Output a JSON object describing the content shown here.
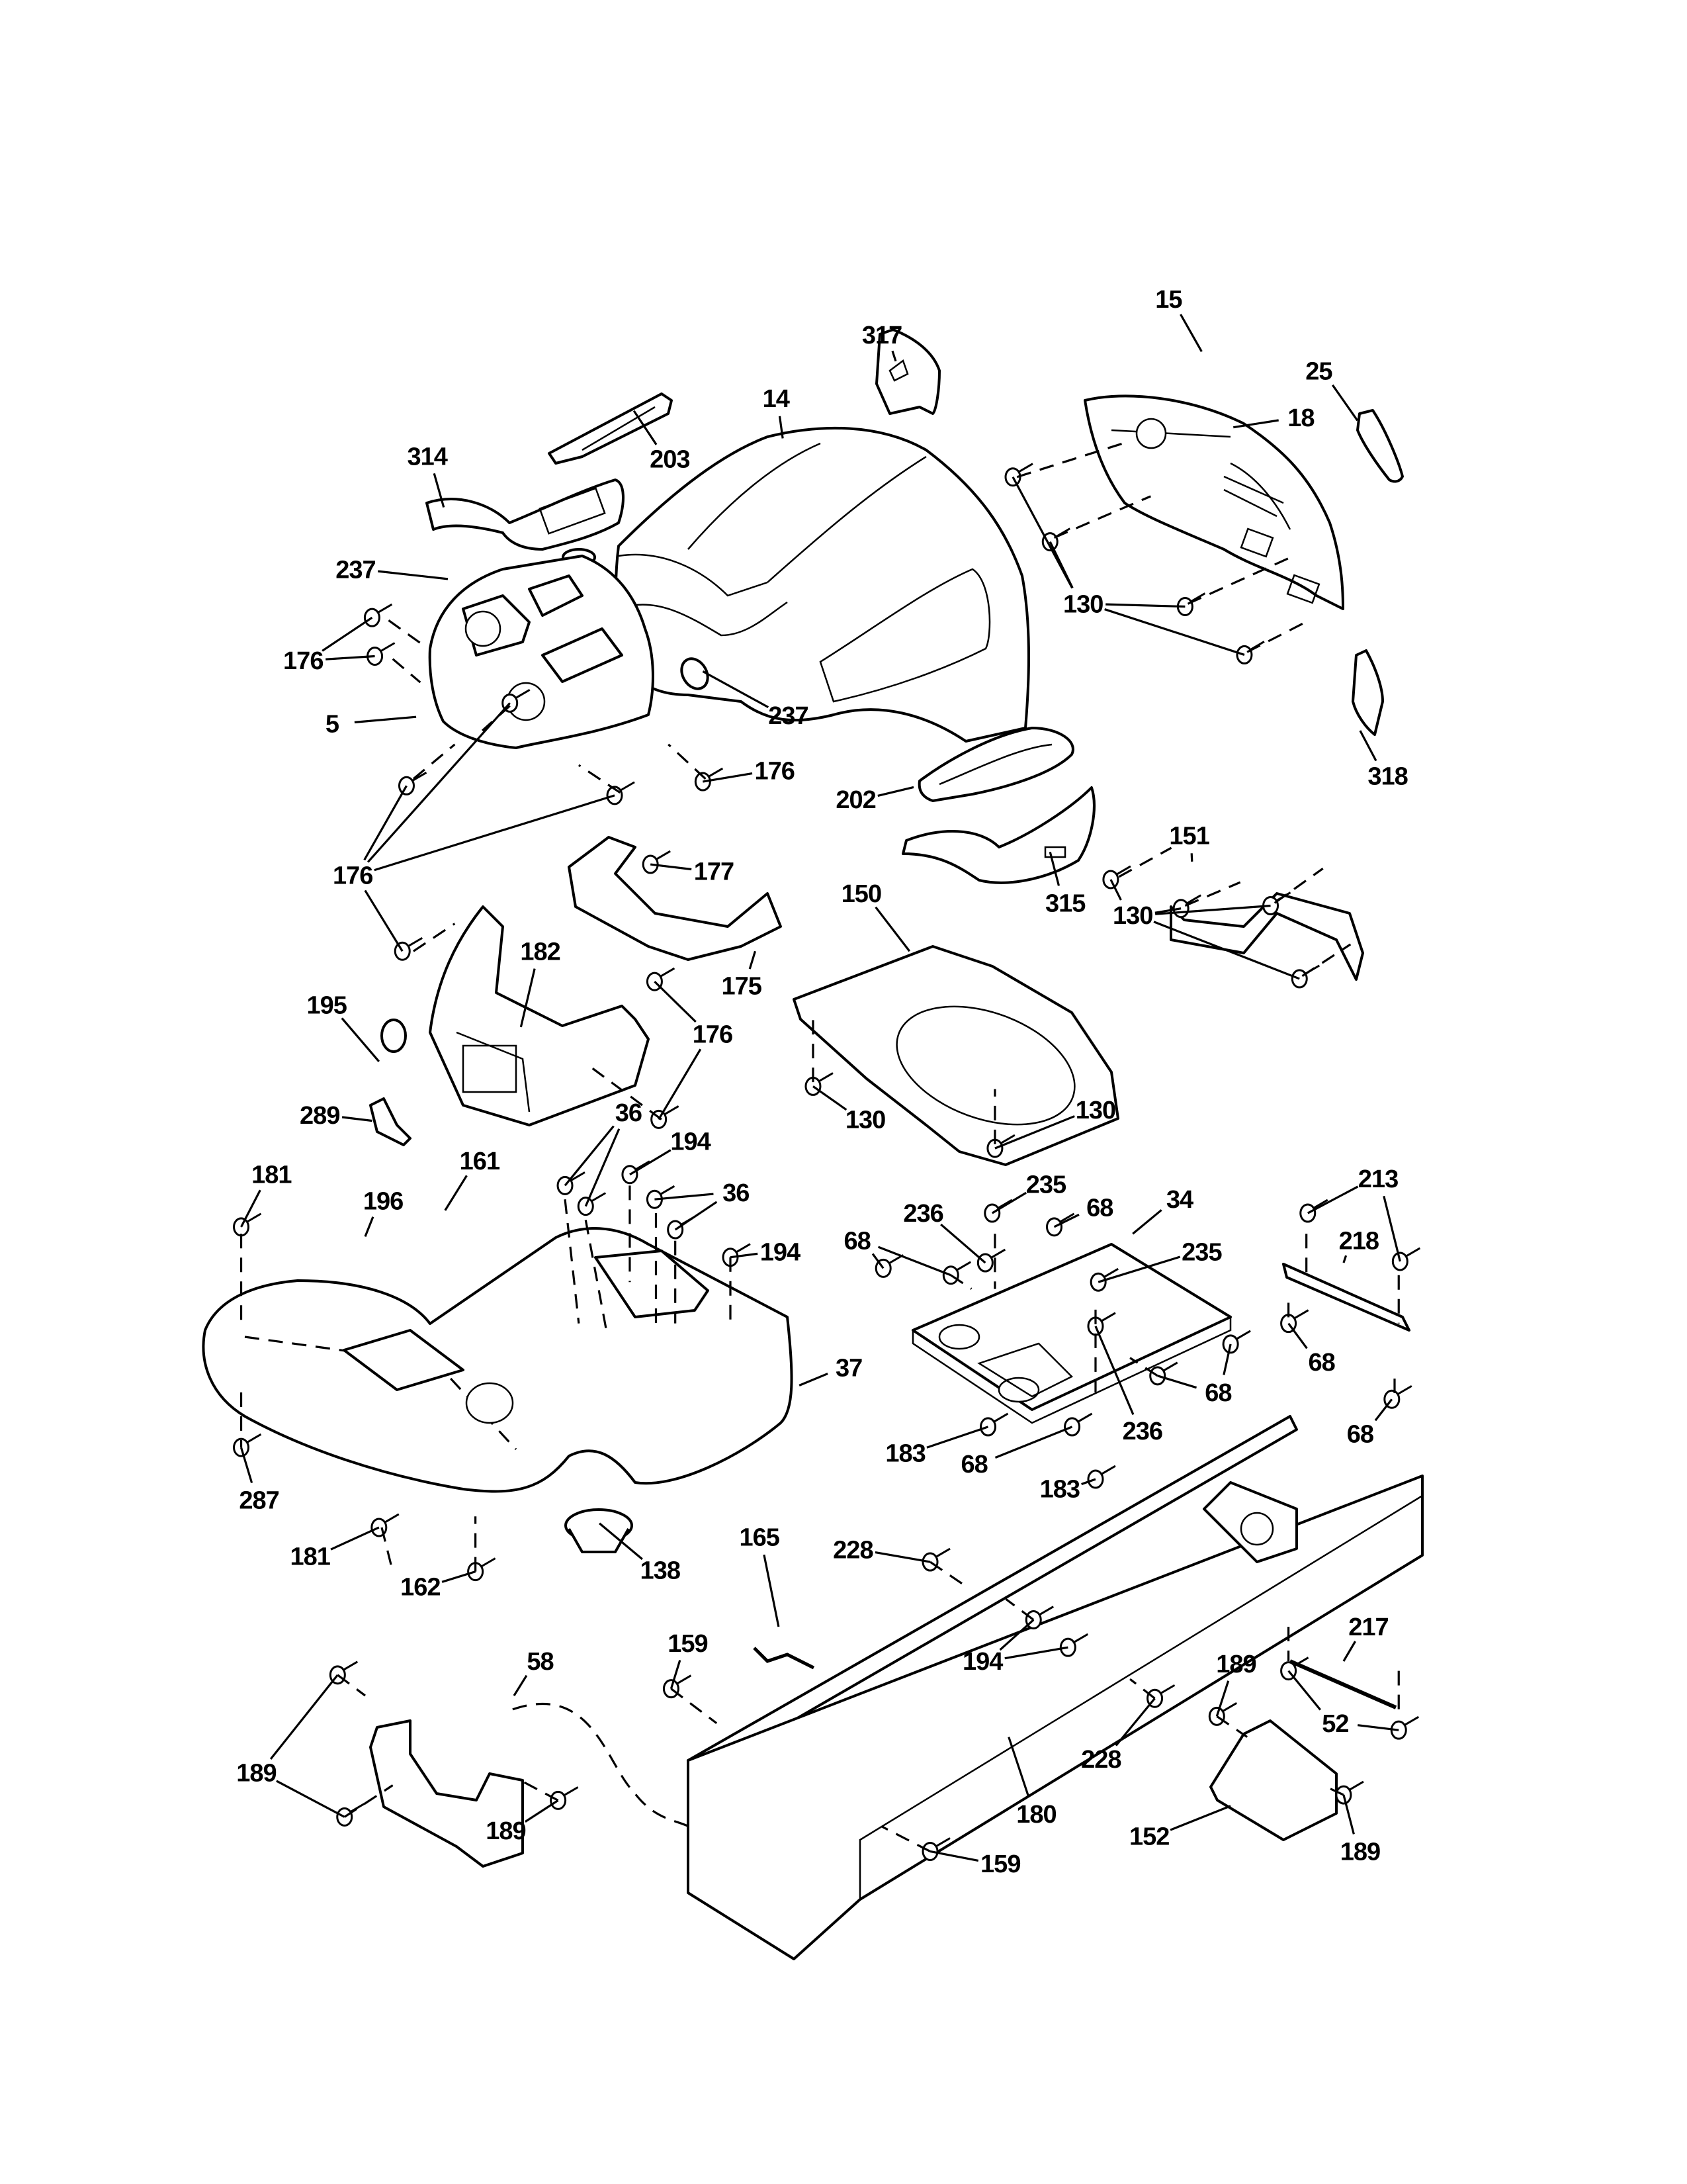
{
  "diagram": {
    "title": "Exploded parts diagram - hood, dash, fender and chassis",
    "callouts": [
      {
        "id": "c1",
        "label": "15",
        "part": "hood-insert-top"
      },
      {
        "id": "c2",
        "label": "317",
        "part": "bracket-small"
      },
      {
        "id": "c3",
        "label": "25",
        "part": "grille-side-lens"
      },
      {
        "id": "c4",
        "label": "14",
        "part": "hood"
      },
      {
        "id": "c5",
        "label": "18",
        "part": "grille"
      },
      {
        "id": "c6",
        "label": "314",
        "part": "hood-side-panel"
      },
      {
        "id": "c7",
        "label": "203",
        "part": "hood-side-trim"
      },
      {
        "id": "c8",
        "label": "237",
        "part": "plug-left"
      },
      {
        "id": "c9",
        "label": "130",
        "part": "screws-grille"
      },
      {
        "id": "c10",
        "label": "176",
        "part": "fasteners-dash-top"
      },
      {
        "id": "c11",
        "label": "5",
        "part": "dash-panel"
      },
      {
        "id": "c12",
        "label": "237",
        "part": "plug-right"
      },
      {
        "id": "c13",
        "label": "318",
        "part": "grille-side-trim"
      },
      {
        "id": "c14",
        "label": "176",
        "part": "fastener-dash-right"
      },
      {
        "id": "c15",
        "label": "202",
        "part": "hood-side-insert"
      },
      {
        "id": "c16",
        "label": "151",
        "part": "hood-bracket"
      },
      {
        "id": "c17",
        "label": "315",
        "part": "hood-lower-trim"
      },
      {
        "id": "c18",
        "label": "176",
        "part": "fasteners-dash-lower"
      },
      {
        "id": "c19",
        "label": "177",
        "part": "nut"
      },
      {
        "id": "c20",
        "label": "150",
        "part": "hood-support"
      },
      {
        "id": "c21",
        "label": "130",
        "part": "screws-bracket"
      },
      {
        "id": "c22",
        "label": "182",
        "part": "dash-lower-cover"
      },
      {
        "id": "c23",
        "label": "175",
        "part": "dash-bracket"
      },
      {
        "id": "c24",
        "label": "195",
        "part": "cap"
      },
      {
        "id": "c25",
        "label": "176",
        "part": "fasteners-cover"
      },
      {
        "id": "c26",
        "label": "130",
        "part": "screw-support-left"
      },
      {
        "id": "c27",
        "label": "289",
        "part": "clip"
      },
      {
        "id": "c28",
        "label": "130",
        "part": "screw-support-right"
      },
      {
        "id": "c29",
        "label": "36",
        "part": "bolts-left"
      },
      {
        "id": "c30",
        "label": "194",
        "part": "nut-top"
      },
      {
        "id": "c31",
        "label": "181",
        "part": "bushing-left"
      },
      {
        "id": "c32",
        "label": "161",
        "part": "lever-cover"
      },
      {
        "id": "c33",
        "label": "196",
        "part": "knob-housing"
      },
      {
        "id": "c34",
        "label": "36",
        "part": "bolts-right"
      },
      {
        "id": "c35",
        "label": "194",
        "part": "nut-right"
      },
      {
        "id": "c36",
        "label": "235",
        "part": "spacer-top"
      },
      {
        "id": "c37",
        "label": "236",
        "part": "bushing-upper"
      },
      {
        "id": "c38",
        "label": "68",
        "part": "bolt-plate-top"
      },
      {
        "id": "c39",
        "label": "34",
        "part": "seat-plate"
      },
      {
        "id": "c40",
        "label": "213",
        "part": "bolts-bracket"
      },
      {
        "id": "c41",
        "label": "68",
        "part": "bolts-plate-left"
      },
      {
        "id": "c42",
        "label": "235",
        "part": "spacer-right"
      },
      {
        "id": "c43",
        "label": "218",
        "part": "support-bar"
      },
      {
        "id": "c44",
        "label": "37",
        "part": "fender"
      },
      {
        "id": "c45",
        "label": "68",
        "part": "bolt-bar-left"
      },
      {
        "id": "c46",
        "label": "68",
        "part": "bolts-plate-right"
      },
      {
        "id": "c47",
        "label": "68",
        "part": "bolt-bar-right"
      },
      {
        "id": "c48",
        "label": "183",
        "part": "bolt-plate-left"
      },
      {
        "id": "c49",
        "label": "236",
        "part": "bushing-lower"
      },
      {
        "id": "c50",
        "label": "68",
        "part": "bolt-plate-bottom"
      },
      {
        "id": "c51",
        "label": "287",
        "part": "screw-fender-left"
      },
      {
        "id": "c52",
        "label": "183",
        "part": "bolt-plate-bottom"
      },
      {
        "id": "c53",
        "label": "181",
        "part": "bushing-lower"
      },
      {
        "id": "c54",
        "label": "165",
        "part": "rod"
      },
      {
        "id": "c55",
        "label": "228",
        "part": "pin-upper"
      },
      {
        "id": "c56",
        "label": "138",
        "part": "grommet"
      },
      {
        "id": "c57",
        "label": "162",
        "part": "screw-fender-bottom"
      },
      {
        "id": "c58",
        "label": "159",
        "part": "screw-frame-top"
      },
      {
        "id": "c59",
        "label": "194",
        "part": "nuts-frame"
      },
      {
        "id": "c60",
        "label": "217",
        "part": "rod-rear"
      },
      {
        "id": "c61",
        "label": "58",
        "part": "front-bracket"
      },
      {
        "id": "c62",
        "label": "189",
        "part": "screw-rear-top"
      },
      {
        "id": "c63",
        "label": "189",
        "part": "screws-front-bracket"
      },
      {
        "id": "c64",
        "label": "52",
        "part": "bushings-rod"
      },
      {
        "id": "c65",
        "label": "228",
        "part": "pin-lower"
      },
      {
        "id": "c66",
        "label": "189",
        "part": "screw-front-bracket-right"
      },
      {
        "id": "c67",
        "label": "180",
        "part": "frame"
      },
      {
        "id": "c68",
        "label": "152",
        "part": "rear-cover"
      },
      {
        "id": "c69",
        "label": "189",
        "part": "screw-rear-right"
      },
      {
        "id": "c70",
        "label": "159",
        "part": "screw-frame-bottom"
      }
    ]
  }
}
